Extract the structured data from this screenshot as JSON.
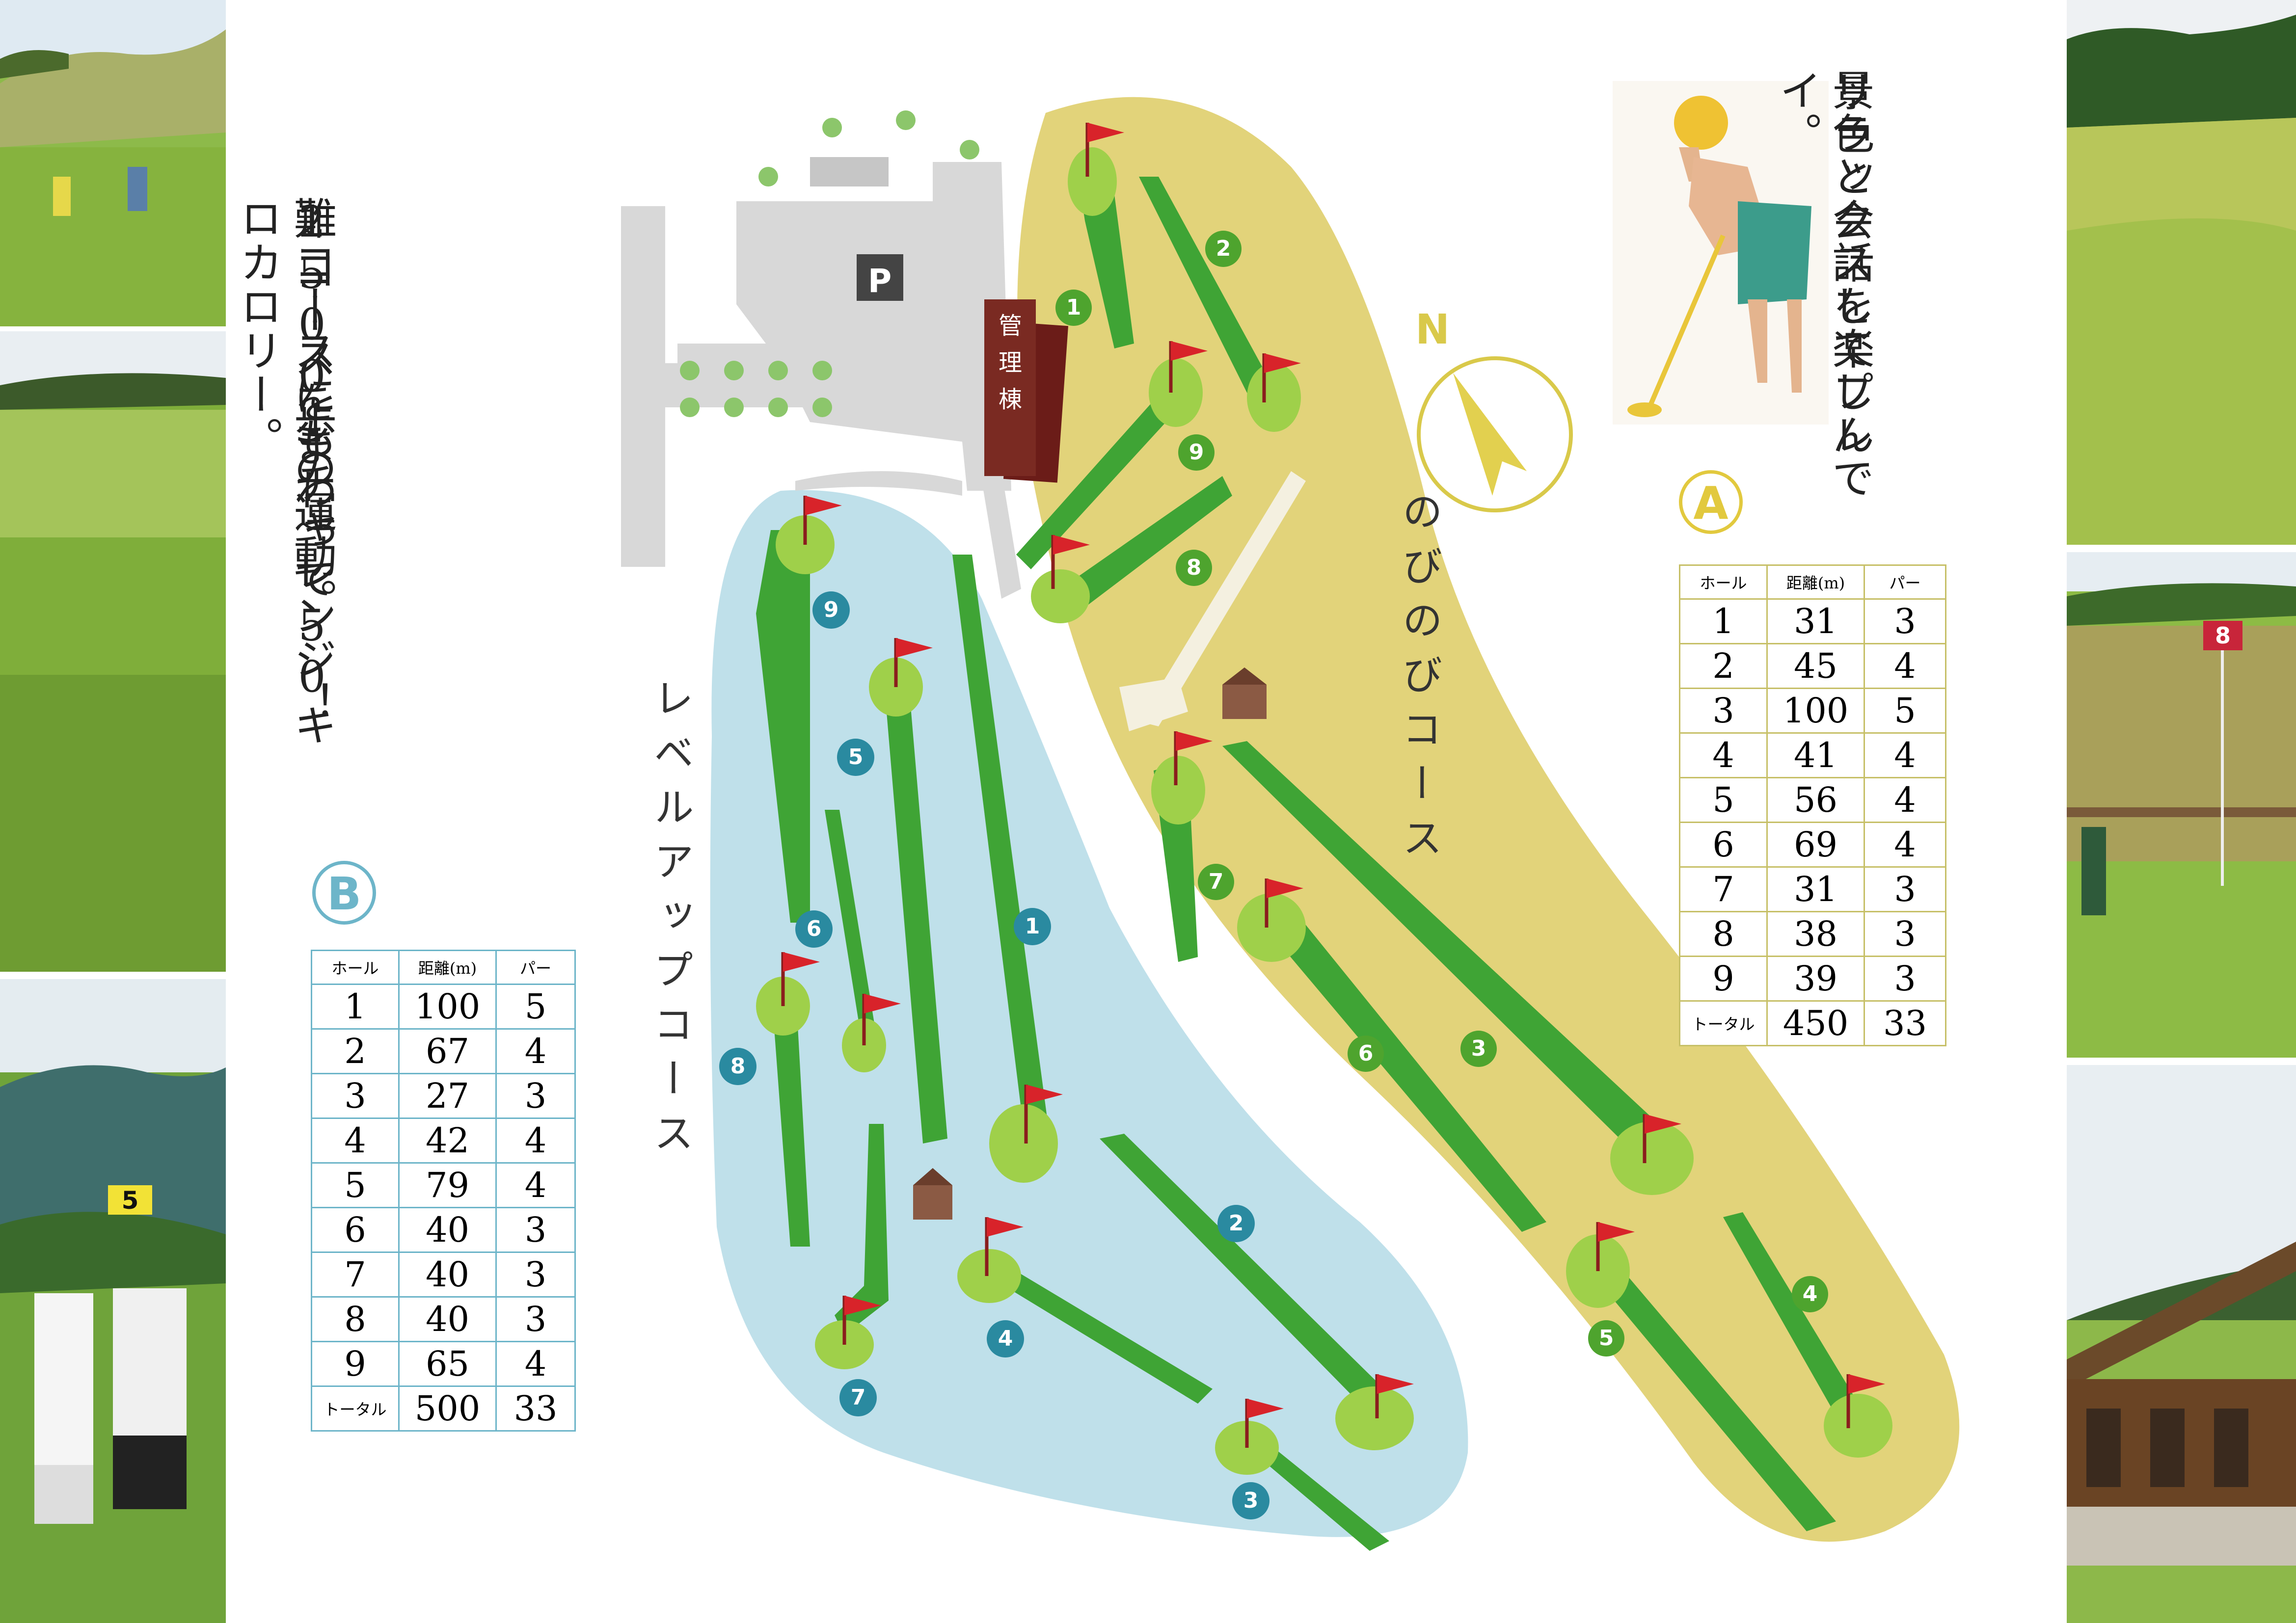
{
  "intro_text": [
    "2コースをまわって50キロカロリー。",
    "1500歩の運動。",
    "難コースにもチャレンジ！"
  ],
  "tagline": [
    "景色と会話を楽しんで",
    "リラックスしてプレイ。"
  ],
  "facilities": {
    "parking": "P",
    "clubhouse": [
      "管",
      "理",
      "棟"
    ],
    "north": "N"
  },
  "course_a": {
    "badge": "A",
    "name": "のびのびコース",
    "color": "#e2d37a",
    "hole_color": "#8cbf3f",
    "headers": [
      "ホール",
      "距離(m)",
      "パー"
    ],
    "holes": [
      {
        "hole": "1",
        "distance": "31",
        "par": "3"
      },
      {
        "hole": "2",
        "distance": "45",
        "par": "4"
      },
      {
        "hole": "3",
        "distance": "100",
        "par": "5"
      },
      {
        "hole": "4",
        "distance": "41",
        "par": "4"
      },
      {
        "hole": "5",
        "distance": "56",
        "par": "4"
      },
      {
        "hole": "6",
        "distance": "69",
        "par": "4"
      },
      {
        "hole": "7",
        "distance": "31",
        "par": "3"
      },
      {
        "hole": "8",
        "distance": "38",
        "par": "3"
      },
      {
        "hole": "9",
        "distance": "39",
        "par": "3"
      }
    ],
    "total_label": "トータル",
    "total_distance": "450",
    "total_par": "33"
  },
  "course_b": {
    "badge": "B",
    "name": "レベルアップコース",
    "color": "#bfe0ea",
    "hole_color": "#2a8aa0",
    "headers": [
      "ホール",
      "距離(m)",
      "パー"
    ],
    "holes": [
      {
        "hole": "1",
        "distance": "100",
        "par": "5"
      },
      {
        "hole": "2",
        "distance": "67",
        "par": "4"
      },
      {
        "hole": "3",
        "distance": "27",
        "par": "3"
      },
      {
        "hole": "4",
        "distance": "42",
        "par": "4"
      },
      {
        "hole": "5",
        "distance": "79",
        "par": "4"
      },
      {
        "hole": "6",
        "distance": "40",
        "par": "3"
      },
      {
        "hole": "7",
        "distance": "40",
        "par": "3"
      },
      {
        "hole": "8",
        "distance": "40",
        "par": "3"
      },
      {
        "hole": "9",
        "distance": "65",
        "par": "4"
      }
    ],
    "total_label": "トータル",
    "total_distance": "500",
    "total_par": "33"
  },
  "photo_signs": {
    "left_flag": "5",
    "right_flag": "8"
  }
}
